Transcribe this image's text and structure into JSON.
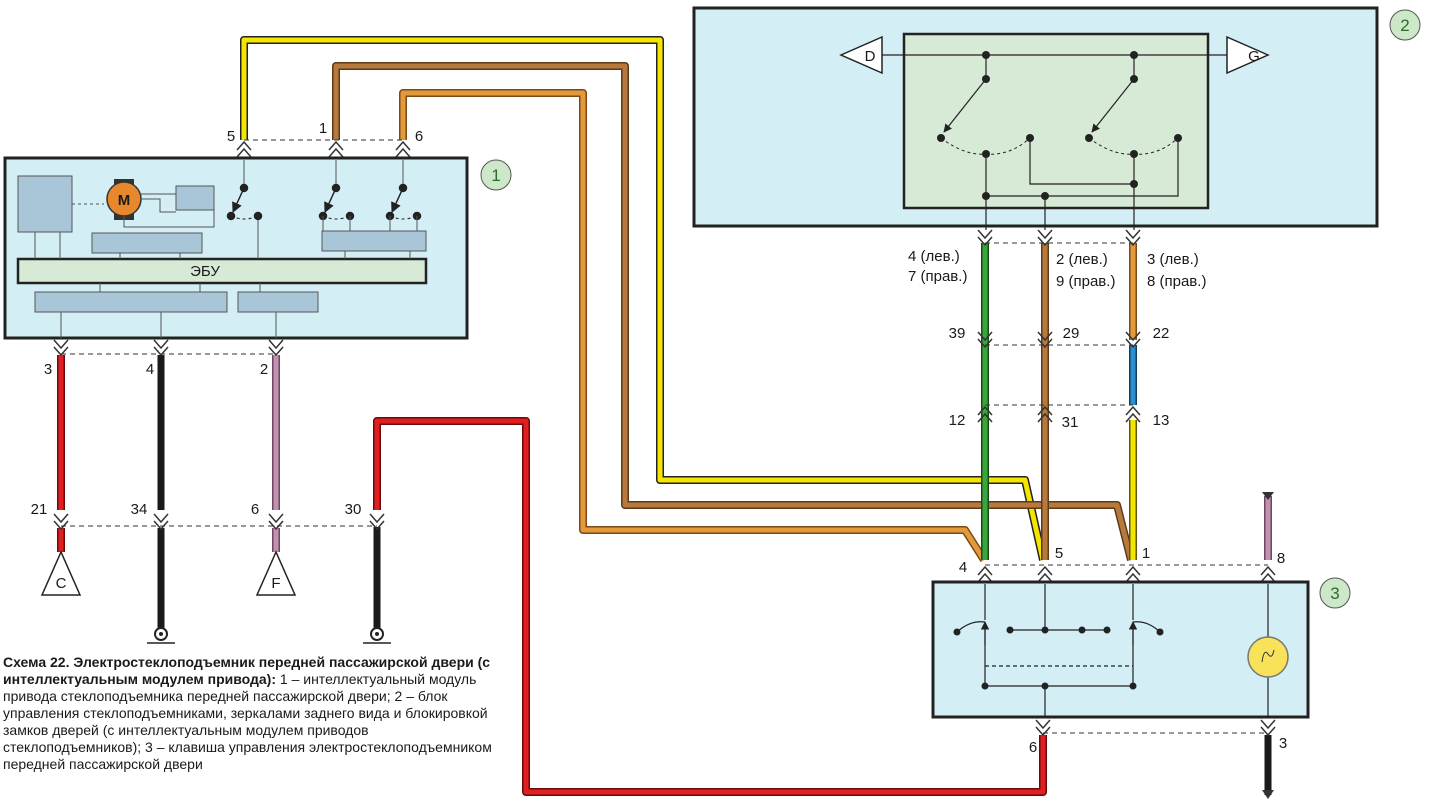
{
  "caption": {
    "title": "Схема 22. Электростеклоподъемник передней пассажирской двери (с интеллектуальным модулем привода):",
    "body": "1 – интеллектуальный модуль привода стеклоподъемника передней пассажирской двери; 2 – блок управления стеклоподъемниками, зеркалами заднего вида и блокировкой замков дверей (с интеллектуальным модулем приводов стеклоподъемников); 3 – клавиша управления электростеклоподъемником передней пассажирской двери"
  },
  "components": {
    "c1": {
      "number": "1",
      "ecu_label": "ЭБУ",
      "motor_label": "M"
    },
    "c2": {
      "number": "2",
      "left_conn": "D",
      "right_conn": "G"
    },
    "c3": {
      "number": "3"
    }
  },
  "pins": {
    "c1_top": [
      "5",
      "1",
      "6"
    ],
    "c1_bottom": [
      "3",
      "4",
      "2"
    ],
    "lower_row": [
      "21",
      "34",
      "6",
      "30"
    ],
    "ground_refs": [
      "C",
      "F"
    ],
    "c2_left": [
      "4 (лев.)",
      "7 (прав.)"
    ],
    "c2_mid": [
      "2 (лев.)",
      "9 (прав.)"
    ],
    "c2_right": [
      "3 (лев.)",
      "8 (прав.)"
    ],
    "mid_top": [
      "39",
      "29",
      "22"
    ],
    "mid_bottom": [
      "12",
      "31",
      "13"
    ],
    "c3_top": [
      "4",
      "5",
      "1",
      "8"
    ],
    "c3_bottom": [
      "6",
      "3"
    ]
  },
  "colors": {
    "box_fill": "#d4eef5",
    "inner_fill": "#d7ead6",
    "wire_yellow": "#f5e600",
    "wire_brown": "#b8793c",
    "wire_orange": "#e39a3c",
    "wire_red": "#e02020",
    "wire_black": "#1a1a1a",
    "wire_pink": "#c48fb0",
    "wire_green": "#3aa63a",
    "wire_blue": "#2b8fd0",
    "badge": "#cde8c8"
  }
}
